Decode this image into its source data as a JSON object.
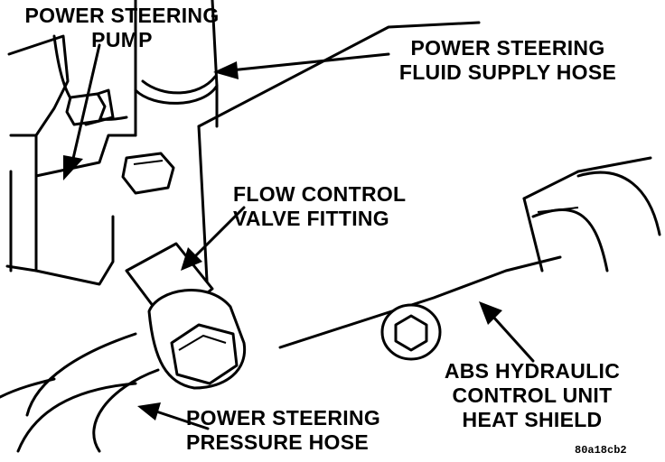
{
  "labels": {
    "pump": [
      "POWER STEERING",
      "PUMP"
    ],
    "supply_hose": [
      "POWER STEERING",
      "FLUID SUPPLY HOSE"
    ],
    "flow_valve": [
      "FLOW CONTROL",
      "VALVE FITTING"
    ],
    "heat_shield": [
      "ABS HYDRAULIC",
      "CONTROL UNIT",
      "HEAT SHIELD"
    ],
    "pressure_hose": [
      "POWER STEERING",
      "PRESSURE HOSE"
    ]
  },
  "figure_ref": "80a18cb2"
}
